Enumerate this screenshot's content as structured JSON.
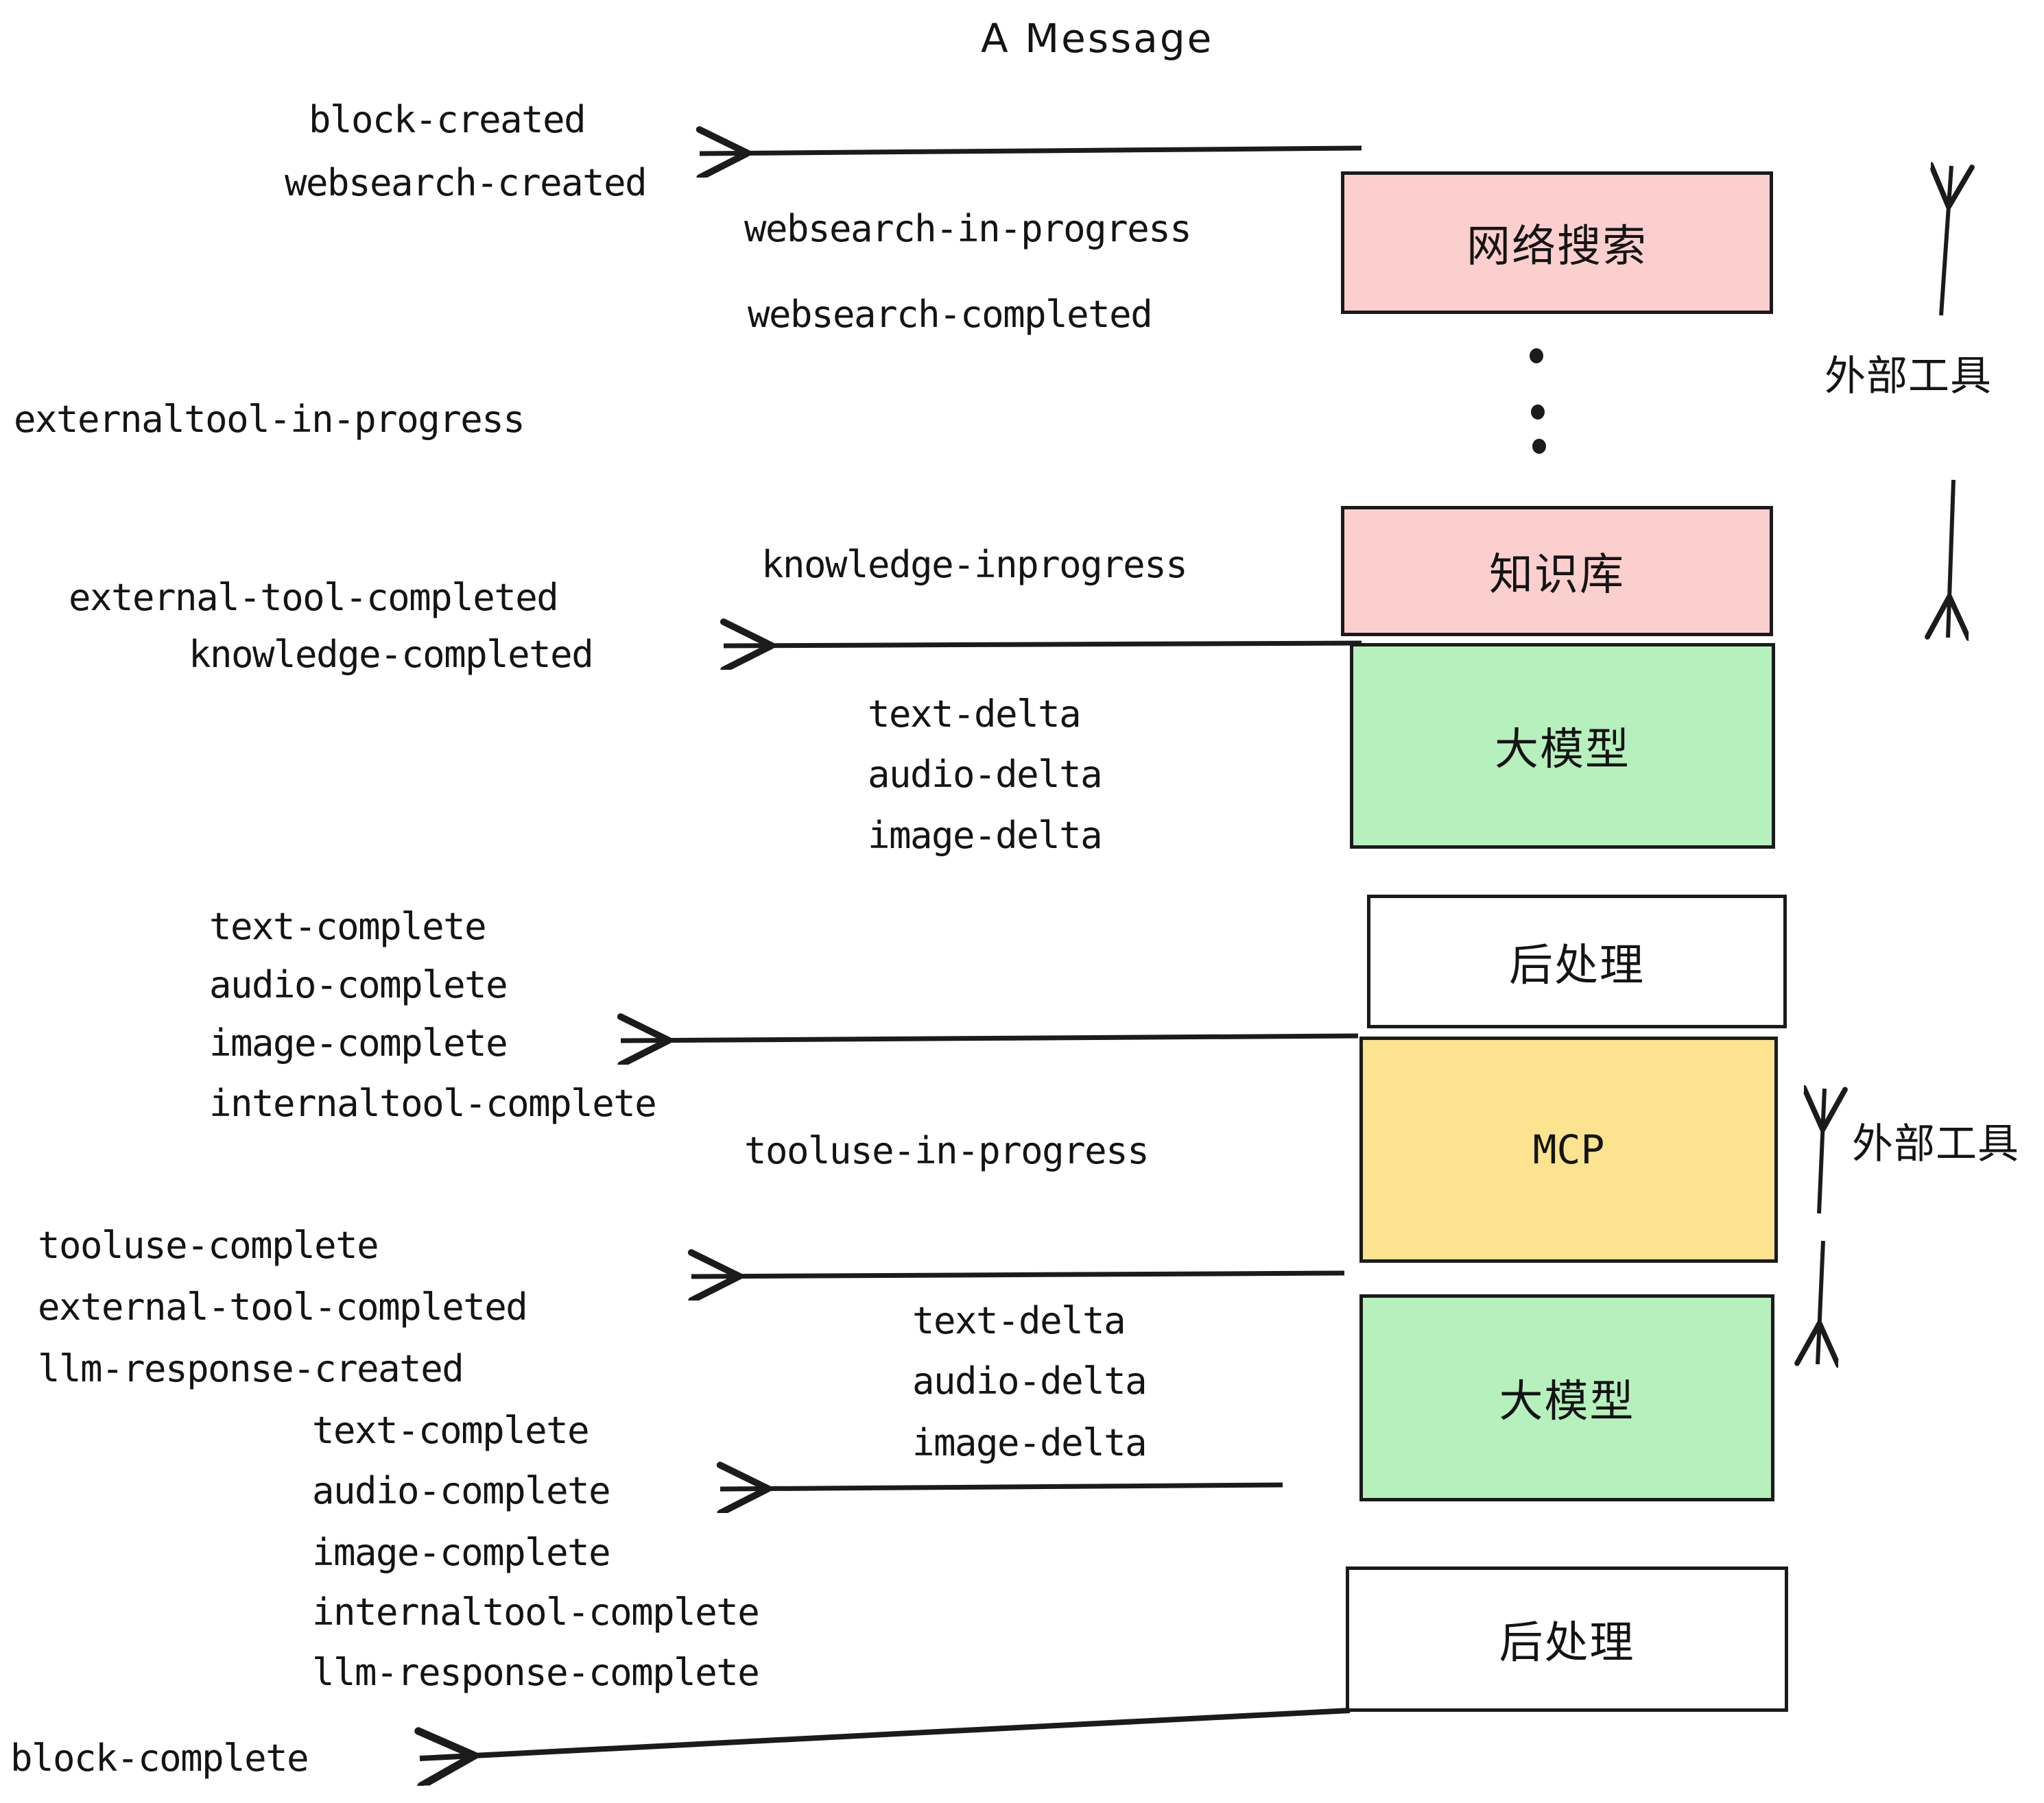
{
  "title": "A Message",
  "colors": {
    "pink": "#fccfcf",
    "green": "#b6f0bd",
    "yellow": "#fbe38f",
    "white": "#ffffff",
    "stroke": "#1b1b1b",
    "text": "#141414"
  },
  "nodes": [
    {
      "id": "websearch",
      "label": "网络搜索",
      "fill": "#fccfcf"
    },
    {
      "id": "knowledge",
      "label": "知识库",
      "fill": "#fccfcf"
    },
    {
      "id": "llm-1",
      "label": "大模型",
      "fill": "#b6f0bd"
    },
    {
      "id": "postprocess-1",
      "label": "后处理",
      "fill": "#ffffff"
    },
    {
      "id": "mcp",
      "label": "MCP",
      "fill": "#fbe38f"
    },
    {
      "id": "llm-2",
      "label": "大模型",
      "fill": "#b6f0bd"
    },
    {
      "id": "postprocess-2",
      "label": "后处理",
      "fill": "#ffffff"
    }
  ],
  "side_labels": [
    {
      "id": "external-tools-top",
      "text": "外部工具"
    },
    {
      "id": "external-tools-bottom",
      "text": "外部工具"
    }
  ],
  "events": {
    "block_created": "block-created",
    "websearch_created": "websearch-created",
    "websearch_in_progress": "websearch-in-progress",
    "websearch_completed": "websearch-completed",
    "externaltool_in_progress": "externaltool-in-progress",
    "knowledge_inprogress": "knowledge-inprogress",
    "external_tool_completed_1": "external-tool-completed",
    "knowledge_completed": "knowledge-completed",
    "text_delta_1": "text-delta",
    "audio_delta_1": "audio-delta",
    "image_delta_1": "image-delta",
    "text_complete_1": "text-complete",
    "audio_complete_1": "audio-complete",
    "image_complete_1": "image-complete",
    "internaltool_complete_1": "internaltool-complete",
    "tooluse_in_progress": "tooluse-in-progress",
    "tooluse_complete": "tooluse-complete",
    "external_tool_completed_2": "external-tool-completed",
    "llm_response_created": "llm-response-created",
    "text_delta_2": "text-delta",
    "audio_delta_2": "audio-delta",
    "image_delta_2": "image-delta",
    "text_complete_2": "text-complete",
    "audio_complete_2": "audio-complete",
    "image_complete_2": "image-complete",
    "internaltool_complete_2": "internaltool-complete",
    "llm_response_complete": "llm-response-complete",
    "block_complete": "block-complete"
  }
}
